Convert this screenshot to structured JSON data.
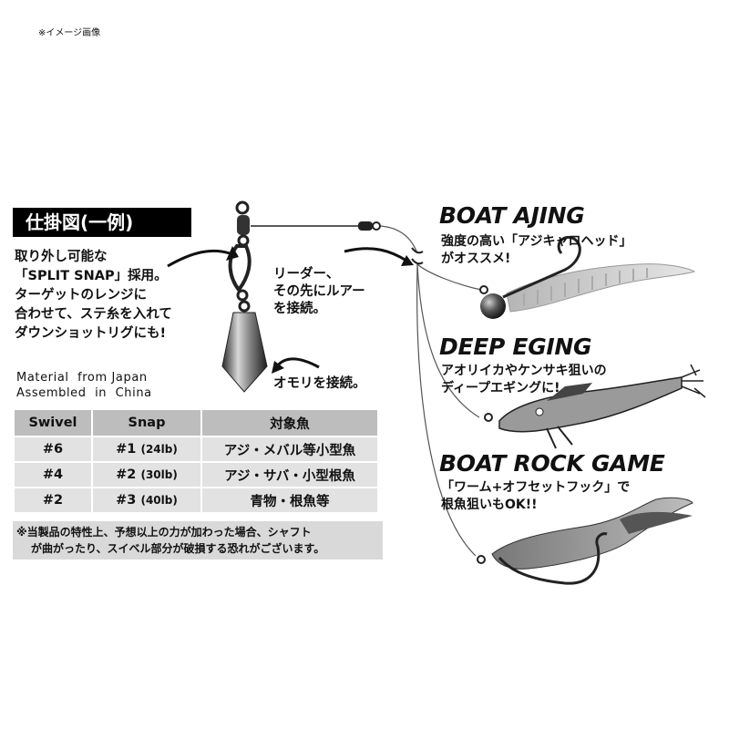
{
  "image_note": "※イメージ画像",
  "diagram": {
    "title": "仕掛図(一例)",
    "description_lines": [
      "取り外し可能な",
      "「SPLIT SNAP」採用。",
      "ターゲットのレンジに",
      "合わせて、ステ糸を入れて",
      "ダウンショットリグにも!"
    ],
    "material_lines": [
      "Material  from Japan",
      "Assembled  in  China"
    ],
    "annotation_leader": [
      "リーダー、",
      "その先にルアー",
      "を接続。"
    ],
    "annotation_sinker": "オモリを接続。"
  },
  "sections": [
    {
      "heading": "BOAT AJING",
      "lines": [
        "強度の高い「アジキャロヘッド」",
        "がオススメ!"
      ]
    },
    {
      "heading": "DEEP EGING",
      "lines": [
        "アオリイカやケンサキ狙いの",
        "ディープエギングに!"
      ]
    },
    {
      "heading": "BOAT ROCK GAME",
      "lines": [
        "「ワーム+オフセットフック」で",
        "根魚狙いもOK!!"
      ]
    }
  ],
  "table": {
    "headers": [
      "Swivel",
      "Snap",
      "対象魚"
    ],
    "rows": [
      {
        "swivel": "#6",
        "snap": "#1",
        "snap_lb": "(24lb)",
        "target": "アジ・メバル等小型魚"
      },
      {
        "swivel": "#4",
        "snap": "#2",
        "snap_lb": "(30lb)",
        "target": "アジ・サバ・小型根魚"
      },
      {
        "swivel": "#2",
        "snap": "#3",
        "snap_lb": "(40lb)",
        "target": "青物・根魚等"
      }
    ]
  },
  "caution_lines": [
    "※当製品の特性上、予想以上の力が加わった場合、シャフト",
    "が曲がったり、スイベル部分が破損する恐れがございます。"
  ],
  "colors": {
    "ink": "#111111",
    "header_bg": "#bdbdbd",
    "cell_bg": "#e2e2e2",
    "caution_bg": "#d9d9d9"
  },
  "icons": [
    "swivel-icon",
    "split-snap-icon",
    "sinker-icon",
    "jig-head-icon",
    "worm-lure-icon",
    "squid-jig-icon",
    "offset-hook-icon",
    "soft-bait-icon"
  ]
}
